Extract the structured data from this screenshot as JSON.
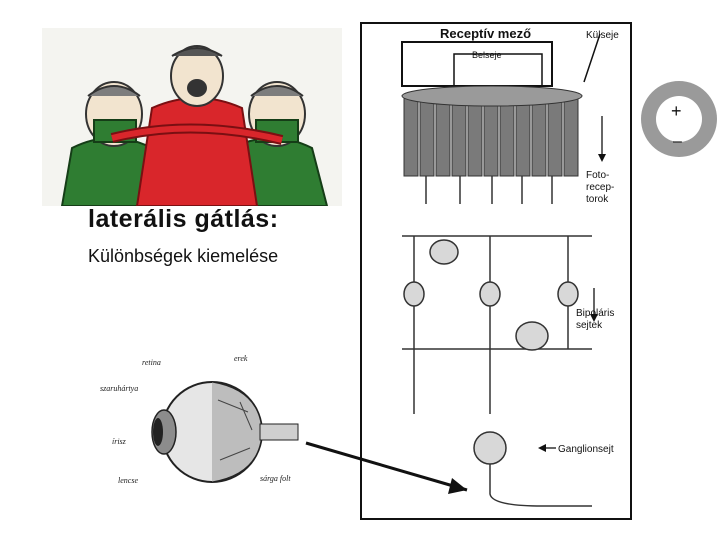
{
  "title": "laterális gátlás:",
  "subtitle": "Különbségek kiemelése",
  "illustration": {
    "name": "lateral-inhibition-cartoon"
  },
  "retina_diagram": {
    "receptive_field": "Receptív mező",
    "outer": "Külseje",
    "inner": "Belseje",
    "photoreceptors": "Foto-\nrecep-\ntorok",
    "bipolar_cells": "Bipoláris\nsejtek",
    "ganglion_cell": "Ganglionsejt"
  },
  "eye_diagram": {
    "retina": "retina",
    "vessels": "erek",
    "cornea": "szaruhártya",
    "iris": "írisz",
    "lens": "lencse",
    "macula": "sárga folt"
  },
  "polarity": {
    "plus": "+",
    "minus": "–"
  },
  "colors": {
    "shirt": "#d9262b",
    "surgeon": "#2f7d32",
    "receptor": "#7a7a7a",
    "circle": "#9a9a9a"
  }
}
